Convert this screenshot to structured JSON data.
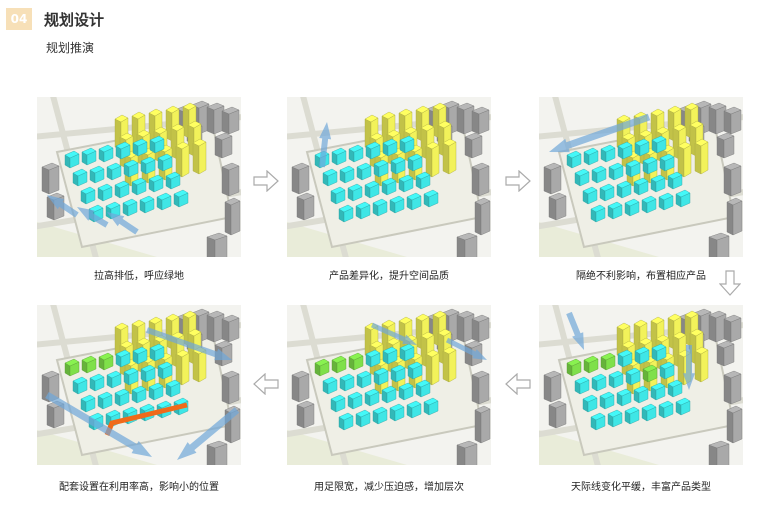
{
  "header": {
    "section_number": "04",
    "title": "规划设计",
    "subtitle": "规划推演"
  },
  "panels": [
    {
      "caption": "拉高排低，呼应绿地"
    },
    {
      "caption": "产品差异化，提升空间品质"
    },
    {
      "caption": "隔绝不利影响，布置相应产品"
    },
    {
      "caption": "配套设置在利用率高，影响小的位置"
    },
    {
      "caption": "用足限宽，减少压迫感，增加层次"
    },
    {
      "caption": "天际线变化平缓，丰富产品类型"
    }
  ],
  "colors": {
    "badge": "#f7e0b8",
    "tall_buildings": "#f2f25a",
    "low_buildings": "#3fe6e6",
    "green_buildings": "#7fe04a",
    "amenity": "#f06a1a",
    "surroundings": "#a9a9a9",
    "flow_arrow": "#6fa6d8"
  }
}
